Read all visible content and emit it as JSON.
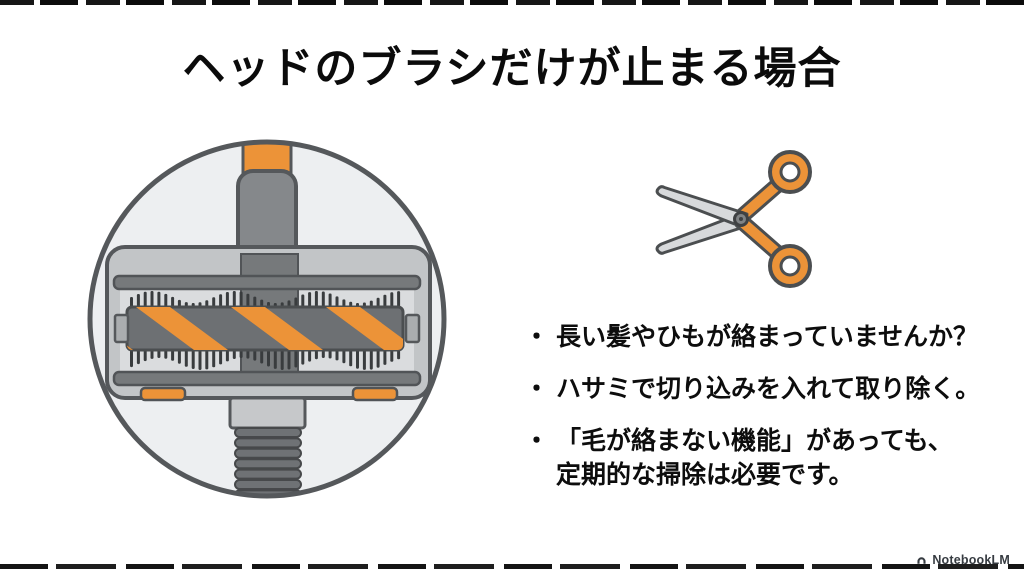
{
  "slide": {
    "title": "ヘッドのブラシだけが止まる場合",
    "bullets": [
      {
        "marker": "・",
        "lines": [
          "長い髪やひもが絡まっていませんか？"
        ]
      },
      {
        "marker": "・",
        "lines": [
          "ハサミで切り込みを入れて取り除く。"
        ]
      },
      {
        "marker": "・",
        "lines": [
          "「毛が絡まない機能」があっても、",
          "定期的な掃除は必要です。"
        ]
      }
    ],
    "icons": {
      "left_illustration": "vacuum-brush-head-illustration",
      "right_illustration": "scissors-icon",
      "footer_logo": "notebooklm-logo-icon"
    },
    "footer": {
      "brand": "NotebookLM"
    },
    "colors": {
      "accent_orange": "#EC9338",
      "text": "#0d0d0d",
      "outline_dark": "#4b4e50",
      "background": "#ffffff"
    }
  }
}
